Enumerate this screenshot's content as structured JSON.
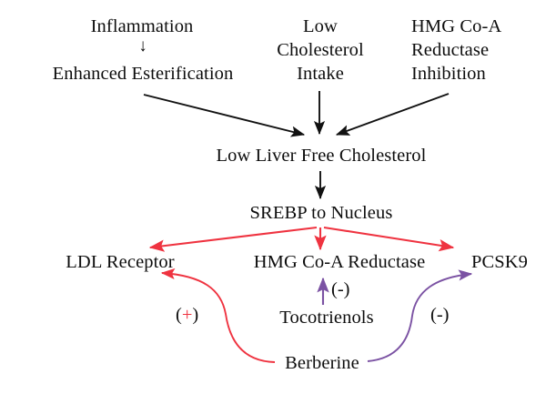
{
  "diagram": {
    "title": "Low Liver Free Cholesterol / SREBP regulatory pathway",
    "colors": {
      "text": "#0d0d0d",
      "black_arrow": "#111111",
      "red_arrow": "#ef3340",
      "purple_arrow": "#7b52a3",
      "background": "#ffffff"
    },
    "nodes": {
      "inflammation": "Inflammation",
      "inflammation_tick": "↓",
      "enhanced_esterification": "Enhanced Esterification",
      "low_cholesterol_intake_line1": "Low",
      "low_cholesterol_intake_line2": "Cholesterol",
      "low_cholesterol_intake_line3": "Intake",
      "hmg_inhibition_line1": "HMG Co-A",
      "hmg_inhibition_line2": "Reductase",
      "hmg_inhibition_line3": "Inhibition",
      "low_liver_free_cholesterol": "Low Liver Free Cholesterol",
      "srebp_to_nucleus": "SREBP to Nucleus",
      "ldl_receptor": "LDL Receptor",
      "hmg_coa_reductase": "HMG Co-A Reductase",
      "pcsk9": "PCSK9",
      "tocotrienols": "Tocotrienols",
      "berberine": "Berberine"
    },
    "markers": {
      "berberine_ldl_sign_open": "(",
      "berberine_ldl_sign": "+",
      "berberine_ldl_sign_close": ")",
      "tocotrienols_sign": "(-)",
      "berberine_pcsk9_sign": "(-)"
    },
    "edges": [
      {
        "id": "edge-inflammation-to-esterification",
        "from": "Inflammation",
        "to": "Enhanced Esterification",
        "color": "#111111",
        "style": "down-arrow-glyph"
      },
      {
        "id": "edge-esterification-to-liver",
        "from": "Enhanced Esterification",
        "to": "Low Liver Free Cholesterol",
        "color": "#111111",
        "style": "straight"
      },
      {
        "id": "edge-intake-to-liver",
        "from": "Low Cholesterol Intake",
        "to": "Low Liver Free Cholesterol",
        "color": "#111111",
        "style": "straight"
      },
      {
        "id": "edge-inhibition-to-liver",
        "from": "HMG Co-A Reductase Inhibition",
        "to": "Low Liver Free Cholesterol",
        "color": "#111111",
        "style": "straight"
      },
      {
        "id": "edge-liver-to-srebp",
        "from": "Low Liver Free Cholesterol",
        "to": "SREBP to Nucleus",
        "color": "#111111",
        "style": "straight"
      },
      {
        "id": "edge-srebp-to-ldlr",
        "from": "SREBP to Nucleus",
        "to": "LDL Receptor",
        "color": "#ef3340",
        "style": "straight"
      },
      {
        "id": "edge-srebp-to-hmgcr",
        "from": "SREBP to Nucleus",
        "to": "HMG Co-A Reductase",
        "color": "#ef3340",
        "style": "straight"
      },
      {
        "id": "edge-srebp-to-pcsk9",
        "from": "SREBP to Nucleus",
        "to": "PCSK9",
        "color": "#ef3340",
        "style": "straight"
      },
      {
        "id": "edge-tocotrienols-to-hmgcr",
        "from": "Tocotrienols",
        "to": "HMG Co-A Reductase",
        "color": "#7b52a3",
        "style": "straight",
        "sign": "(-)"
      },
      {
        "id": "edge-berberine-to-ldlr",
        "from": "Berberine",
        "to": "LDL Receptor",
        "color": "#ef3340",
        "style": "curve",
        "sign": "(+)"
      },
      {
        "id": "edge-berberine-to-pcsk9",
        "from": "Berberine",
        "to": "PCSK9",
        "color": "#7b52a3",
        "style": "curve",
        "sign": "(-)"
      }
    ]
  }
}
